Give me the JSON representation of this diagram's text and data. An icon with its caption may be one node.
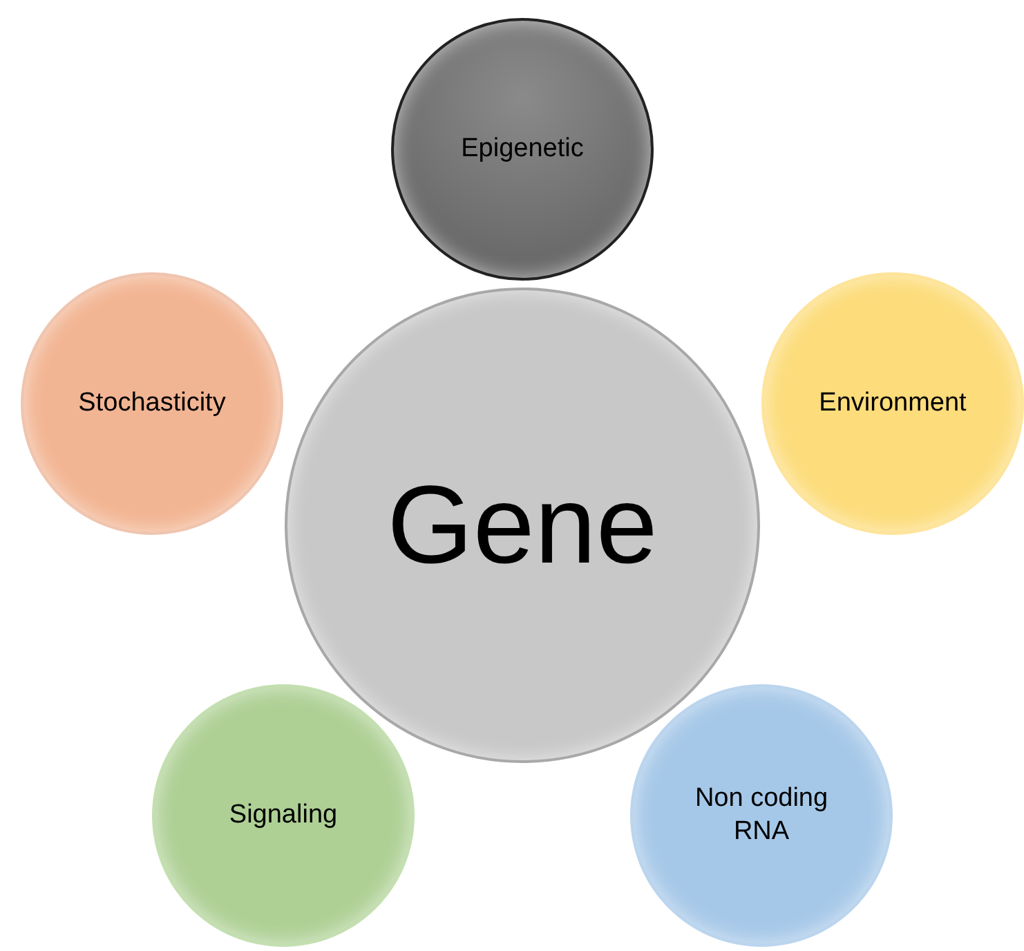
{
  "diagram": {
    "nodes": [
      {
        "text": [
          "Epigenetic"
        ]
      },
      {
        "text": [
          "Stochasticity"
        ]
      },
      {
        "text": [
          "Environment"
        ]
      },
      {
        "text": [
          "Gene"
        ]
      },
      {
        "text": [
          "Signaling"
        ]
      },
      {
        "text": [
          "Non coding RNA"
        ]
      }
    ]
  }
}
